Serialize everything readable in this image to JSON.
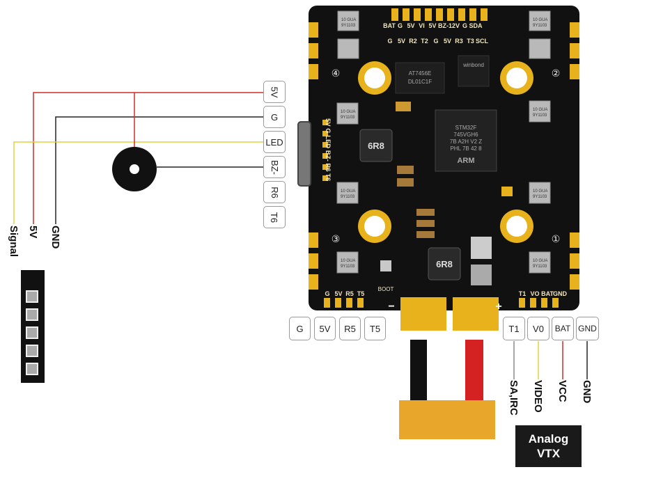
{
  "colors": {
    "pcb": "#111111",
    "pad": "#e8b21c",
    "wire_5v": "#d62b2b",
    "wire_gnd": "#222222",
    "wire_signal": "#e5d040",
    "wire_video": "#e5d040",
    "wire_vcc": "#d62b2b",
    "xt60": "#e8a62a",
    "vtx_bg": "#1a1a1a"
  },
  "board": {
    "top_pads_row1": [
      "BAT",
      "G",
      "5V",
      "VI",
      "5V",
      "BZ-",
      "12V",
      "G",
      "SDA"
    ],
    "top_pads_row2": [
      "G",
      "5V",
      "R2",
      "T2",
      "G",
      "5V",
      "R3",
      "T3",
      "SCL"
    ],
    "left_vertical_pads": "5V G LED BZ- R6 T6",
    "bottom_left_pads": [
      "G",
      "5V",
      "R5",
      "T5"
    ],
    "bottom_right_pads": [
      "T1",
      "VO",
      "BAT",
      "GND"
    ],
    "boot_label": "BOOT",
    "minus_pad": "−",
    "plus_pad": "+",
    "mount_numbers": [
      "④",
      "②",
      "③",
      "①"
    ],
    "inductor_label": "6R8",
    "inductor2_label": "6R8",
    "mcu_chip_text": [
      "STM32F",
      "745VGH6",
      "7B A2H V2 Z",
      "PHL 7B 42 8"
    ],
    "mcu_brand": "ARM",
    "flash_chip_text": [
      "winbond"
    ],
    "baro_chip_text": [
      "AT7456E",
      "DL01C1F"
    ],
    "cap_text": [
      "10 GUA",
      "9Y1103"
    ]
  },
  "left_labels": [
    "5V",
    "G",
    "LED",
    "BZ-",
    "R6",
    "T6"
  ],
  "bottom_labels_left": [
    "G",
    "5V",
    "R5",
    "T5"
  ],
  "bottom_labels_right": [
    "T1",
    "V0",
    "BAT",
    "GND"
  ],
  "led_wires": [
    "Signal",
    "5V",
    "GND"
  ],
  "vtx_wires": [
    "SA,IRC",
    "VIDEO",
    "VCC",
    "GND"
  ],
  "battery": {
    "minus": "-",
    "plus": "+"
  },
  "vtx_title": [
    "Analog",
    "VTX"
  ]
}
